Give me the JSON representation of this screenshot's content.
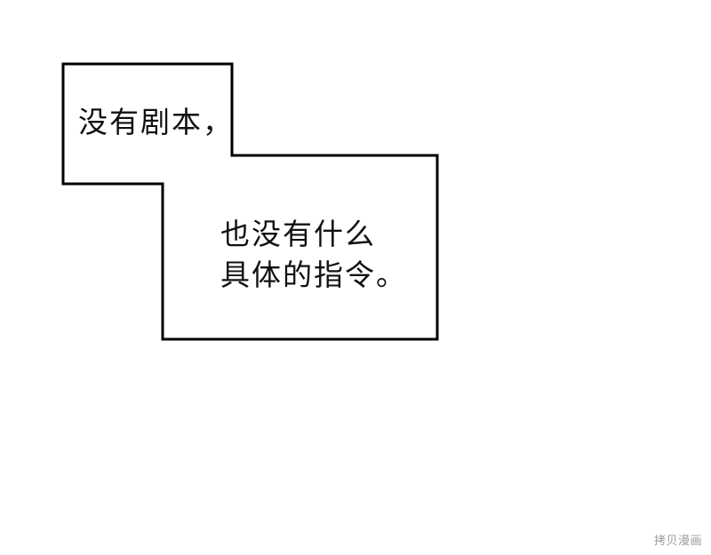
{
  "caption_box": {
    "first_line": "没有剧本，",
    "second_lines": [
      "也没有什么",
      "具体的指令。"
    ]
  },
  "watermark": "拷贝漫画",
  "colors": {
    "background": "#ffffff",
    "border": "#000000",
    "text": "#111111",
    "watermark": "#9a9a9a"
  }
}
